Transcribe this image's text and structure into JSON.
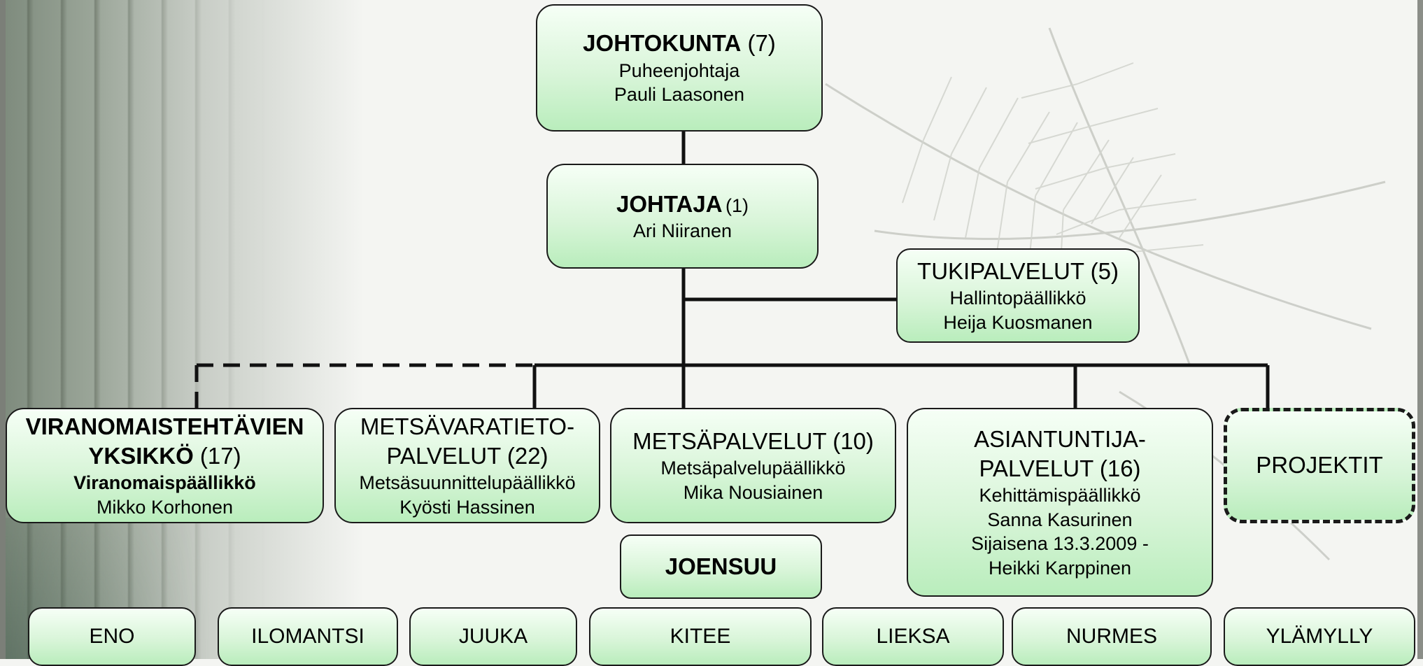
{
  "johtokunta": {
    "title": "JOHTOKUNTA",
    "count": "(7)",
    "role": "Puheenjohtaja",
    "person": "Pauli Laasonen"
  },
  "johtaja": {
    "title": "JOHTAJA",
    "count": "(1)",
    "person": "Ari Niiranen"
  },
  "tukipalvelut": {
    "title": "TUKIPALVELUT (5)",
    "role": "Hallintopäällikkö",
    "person": "Heija Kuosmanen"
  },
  "viranomais": {
    "title_line1": "VIRANOMAISTEHTÄVIEN",
    "title_line2": "YKSIKKÖ",
    "count": "(17)",
    "role": "Viranomaispäällikkö",
    "person": "Mikko Korhonen"
  },
  "metsavaratieto": {
    "title_line1": "METSÄVARATIETO-",
    "title_line2": "PALVELUT (22)",
    "role": "Metsäsuunnittelupäällikkö",
    "person": "Kyösti Hassinen"
  },
  "metsapalvelut": {
    "title": "METSÄPALVELUT (10)",
    "role": "Metsäpalvelupäällikkö",
    "person": "Mika Nousiainen"
  },
  "asiantuntija": {
    "title_line1": "ASIANTUNTIJA-",
    "title_line2": "PALVELUT (16)",
    "role": "Kehittämispäällikkö",
    "person": "Sanna Kasurinen",
    "substitute_line1": "Sijaisena 13.3.2009 -",
    "substitute_line2": "Heikki Karppinen"
  },
  "projektit": {
    "title": "PROJEKTIT"
  },
  "joensuu": {
    "title": "JOENSUU"
  },
  "offices": [
    "ENO",
    "ILOMANTSI",
    "JUUKA",
    "KITEE",
    "LIEKSA",
    "NURMES",
    "YLÄMYLLY"
  ]
}
